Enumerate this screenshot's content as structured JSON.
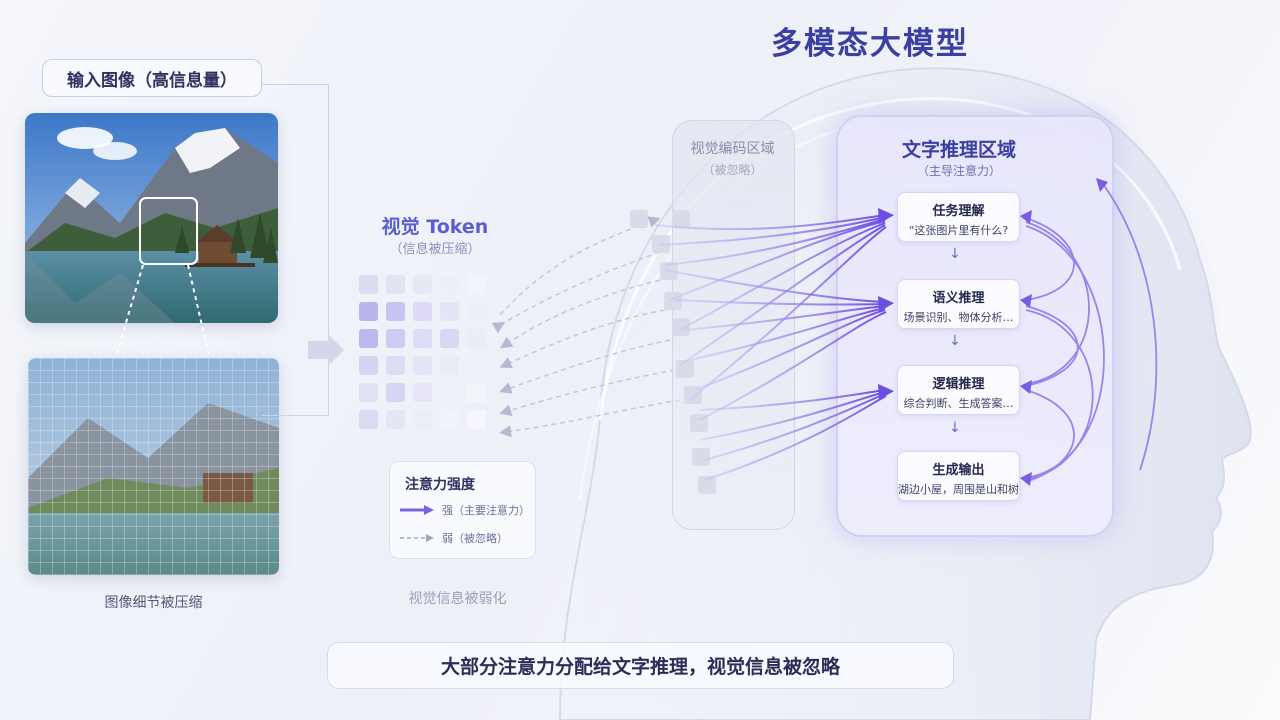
{
  "title": "多模态大模型",
  "input": {
    "label": "输入图像（高信息量）",
    "caption": "图像细节被压缩"
  },
  "token": {
    "title": "视觉 Token",
    "subtitle": "（信息被压缩）"
  },
  "legend": {
    "title": "注意力强度",
    "strong": "强（主要注意力）",
    "weak": "弱（被忽略）"
  },
  "weak_caption": "视觉信息被弱化",
  "visual_region": {
    "title": "视觉编码区域",
    "subtitle": "（被忽略）"
  },
  "text_region": {
    "title": "文字推理区域",
    "subtitle": "（主导注意力）",
    "nodes": [
      {
        "title": "任务理解",
        "sub": "“这张图片里有什么?"
      },
      {
        "title": "语义推理",
        "sub": "场景识别、物体分析…"
      },
      {
        "title": "逻辑推理",
        "sub": "综合判断、生成答案…"
      },
      {
        "title": "生成输出",
        "sub": "湖边小屋，周围是山和树"
      }
    ]
  },
  "banner": "大部分注意力分配给文字推理，视觉信息被忽略",
  "colors": {
    "accent": "#6b5ce0",
    "title": "#3a3fa0",
    "region_bg": "#e9e8fc"
  }
}
